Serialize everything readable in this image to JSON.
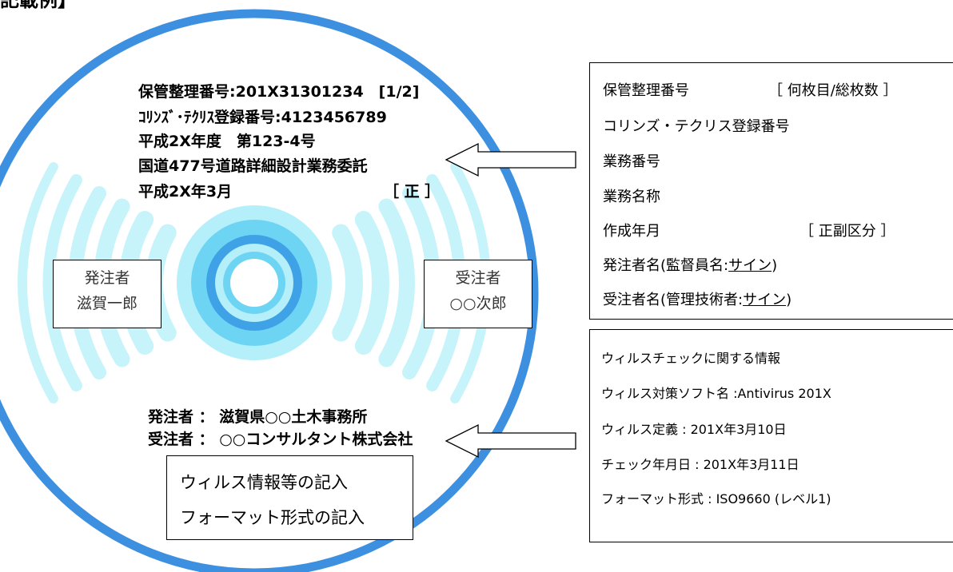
{
  "heading": "記載例】",
  "disc": {
    "lines": [
      "保管整理番号:201X31301234　[1/2]",
      "ｺﾘﾝｽﾞ･ﾃｸﾘｽ登録番号:4123456789",
      "平成2X年度　第123-4号",
      "国道477号道路詳細設計業務委託",
      "平成2X年3月"
    ],
    "seikubun": "［ 正 ］",
    "orderer_box": {
      "role": "発注者",
      "name": "滋賀一郎"
    },
    "contractor_box": {
      "role": "受注者",
      "name": "○○次郎"
    },
    "orderer_line": "発注者 ： 滋賀県○○土木事務所",
    "contractor_line": "受注者 ： ○○コンサルタント株式会社"
  },
  "info_box": {
    "lines": [
      "保管整理番号",
      "コリンズ・テクリス登録番号",
      "業務番号",
      "業務名称",
      "作成年月"
    ],
    "sheet_count": "［ 何枚目/総枚数 ］",
    "seifuku": "［ 正副区分 ］",
    "orderer_prefix": "発注者名(監督員名:",
    "orderer_sign": "サイン",
    "orderer_suffix": ")",
    "contractor_prefix": "受注者名(管理技術者:",
    "contractor_sign": "サイン",
    "contractor_suffix": ")"
  },
  "virus_box": {
    "lines": [
      "ウィルスチェックに関する情報",
      "ウィルス対策ソフト名 :Antivirus 201X",
      "ウィルス定義 : 201X年3月10日",
      "チェック年月日 : 201X年3月11日",
      "フォーマット形式 : ISO9660 (レベル1)"
    ]
  },
  "note_box": {
    "line1": "ウィルス情報等の記入",
    "line2": "フォーマット形式の記入"
  },
  "colors": {
    "disc_rim": "#3d8fe0",
    "wave": "#c6f4fa",
    "hub_light": "#b5f0fa",
    "hub_ring": "#6dd5f3",
    "hub_dark": "#3fa2e6"
  }
}
